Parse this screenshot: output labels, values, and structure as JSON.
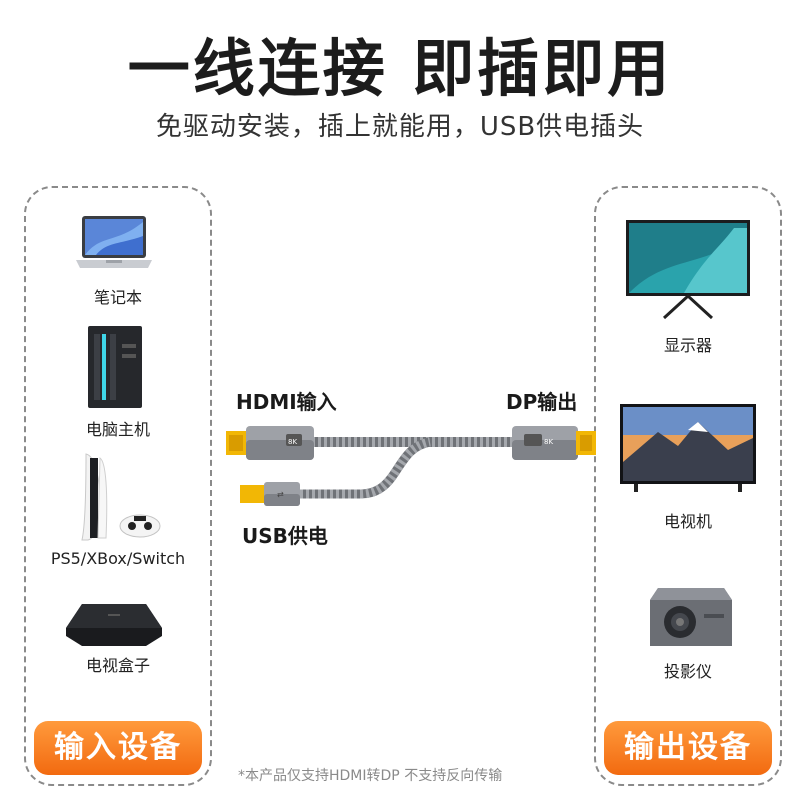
{
  "header": {
    "title": "一线连接 即插即用",
    "subtitle": "免驱动安装，插上就能用，USB供电插头"
  },
  "left_panel": {
    "devices": [
      {
        "label": "笔记本",
        "icon": "laptop-icon"
      },
      {
        "label": "电脑主机",
        "icon": "desktop-tower-icon"
      },
      {
        "label": "PS5/XBox/Switch",
        "icon": "game-console-icon"
      },
      {
        "label": "电视盒子",
        "icon": "tv-box-icon"
      }
    ],
    "badge": "输入设备"
  },
  "right_panel": {
    "devices": [
      {
        "label": "显示器",
        "icon": "monitor-icon"
      },
      {
        "label": "电视机",
        "icon": "television-icon"
      },
      {
        "label": "投影仪",
        "icon": "projector-icon"
      }
    ],
    "badge": "输出设备"
  },
  "cable": {
    "hdmi_label": "HDMI输入",
    "dp_label": "DP输出",
    "usb_label": "USB供电",
    "hdmi_badge": "8K",
    "dp_badge": "8K"
  },
  "footnote": "*本产品仅支持HDMI转DP 不支持反向传输",
  "colors": {
    "accent_orange": "#f26a10",
    "gold_plug": "#f2b705",
    "cable_gray": "#7a7d82"
  }
}
